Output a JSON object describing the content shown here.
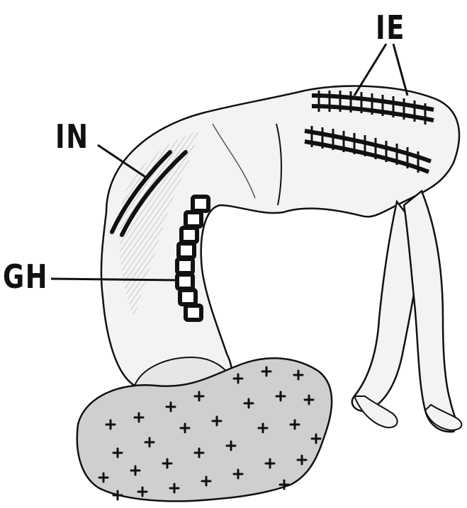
{
  "labels": {
    "ie": "IE",
    "in": "IN",
    "gh": "GH"
  },
  "colors": {
    "ink": "#111111",
    "shade": "#bdbdbd",
    "paper": "#ffffff",
    "skin": "#f3f3f3"
  }
}
